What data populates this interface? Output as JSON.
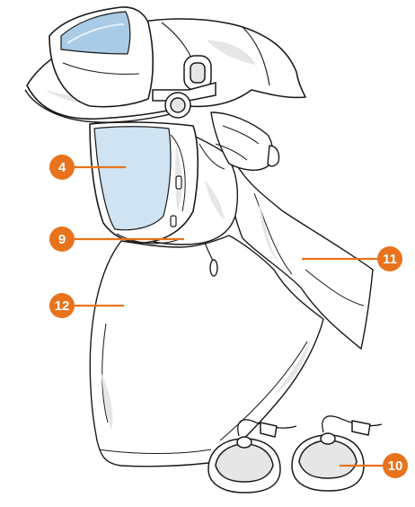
{
  "diagram": {
    "colors": {
      "outline": "#1a1a1a",
      "shade": "#e6e6e6",
      "visor_tint": "#cfe3f2",
      "visor_top_tint": "#a9cbe6",
      "callout": "#e8731c"
    },
    "callouts": [
      {
        "number": "4",
        "part": "visor"
      },
      {
        "number": "9",
        "part": "face-seal"
      },
      {
        "number": "11",
        "part": "shoulder-cape"
      },
      {
        "number": "12",
        "part": "front-cape"
      },
      {
        "number": "10",
        "part": "ear-muffs"
      }
    ]
  }
}
